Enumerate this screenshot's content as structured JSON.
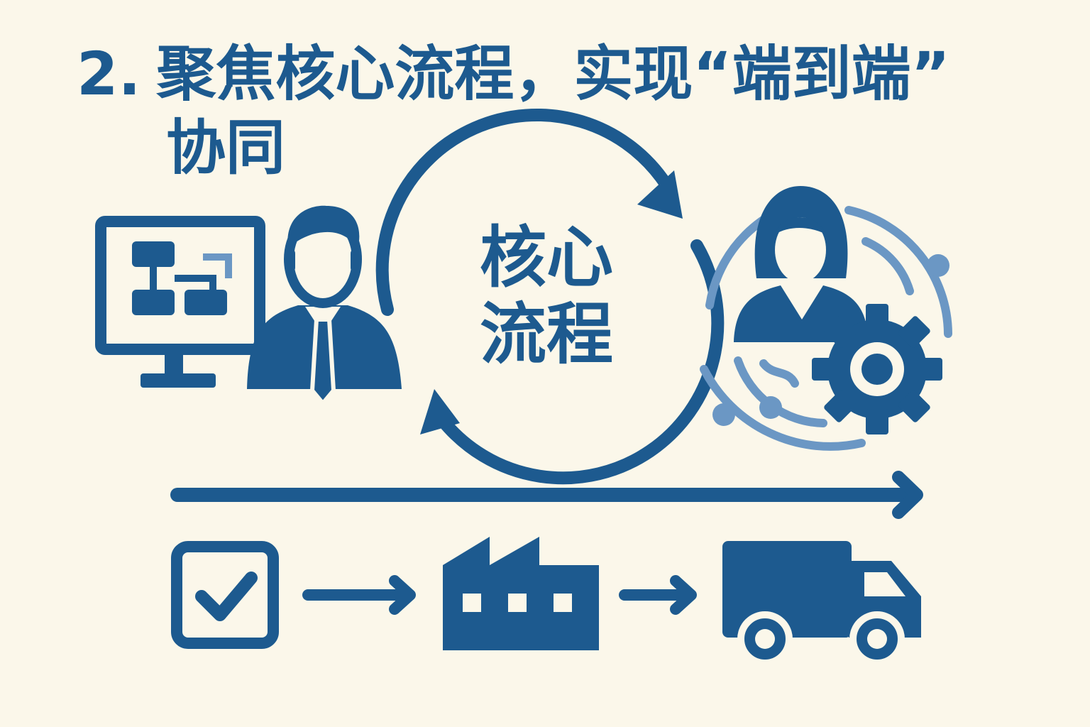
{
  "title": {
    "number": "2.",
    "line1": "聚焦核心流程，实现“端到端”",
    "line2": "协同"
  },
  "center_label": {
    "line1": "核心",
    "line2": "流程"
  },
  "colors": {
    "background": "#fbf7ea",
    "primary": "#1d5a8f",
    "light": "#6b97c4"
  },
  "icons": [
    "computer-flowchart-icon",
    "businessman-icon",
    "cycle-arrows-icon",
    "businesswoman-icon",
    "gear-icon",
    "timeline-arrow-icon",
    "checkbox-icon",
    "factory-icon",
    "truck-icon"
  ]
}
